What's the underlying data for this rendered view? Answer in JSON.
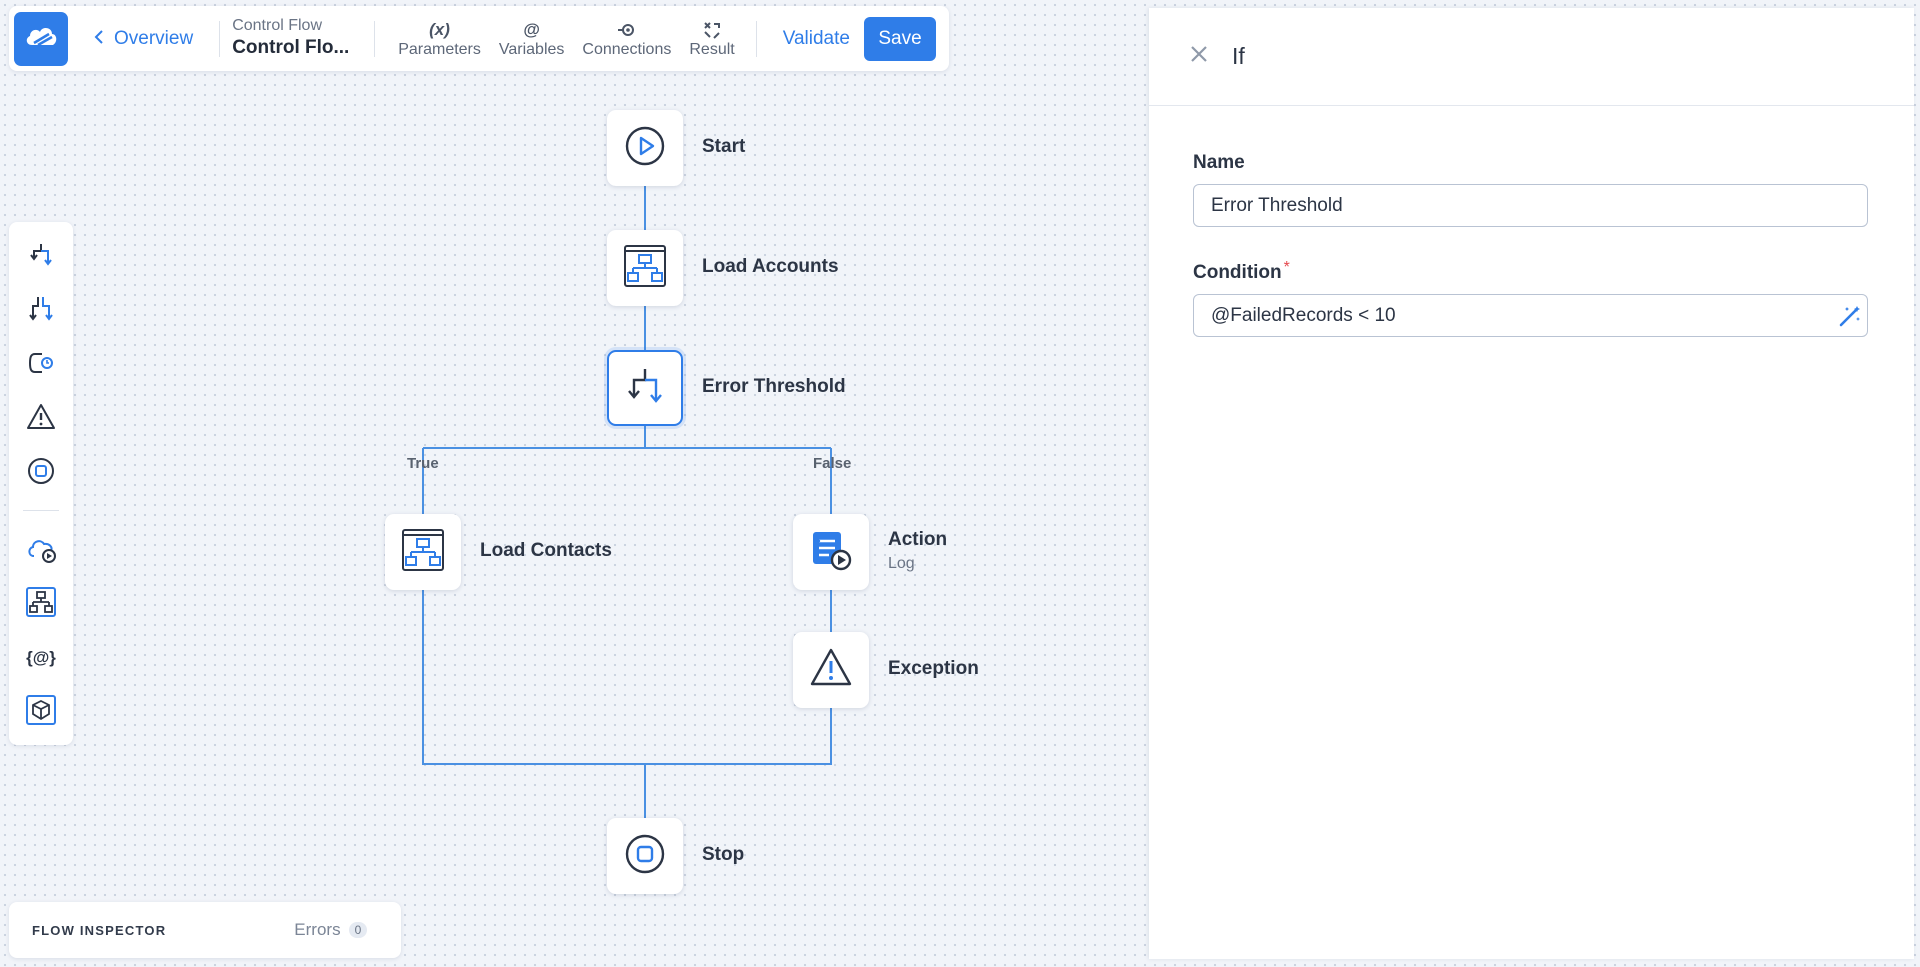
{
  "toolbar": {
    "back_label": "Overview",
    "breadcrumb_sub": "Control Flow",
    "breadcrumb_title": "Control Flo...",
    "tools": [
      {
        "label": "Parameters",
        "icon": "(x)"
      },
      {
        "label": "Variables",
        "icon": "@"
      },
      {
        "label": "Connections",
        "icon": "connections-icon"
      },
      {
        "label": "Result",
        "icon": "result-icon"
      }
    ],
    "validate_label": "Validate",
    "save_label": "Save"
  },
  "palette": {
    "items": [
      "if-icon",
      "branch-icon",
      "loop-icon",
      "exception-icon",
      "stop-icon",
      "cloud-action-icon",
      "import-icon",
      "variable-icon",
      "package-icon"
    ],
    "variable_glyph": "{@}"
  },
  "flow": {
    "nodes": [
      {
        "label": "Start",
        "icon": "play-icon"
      },
      {
        "label": "Load Accounts",
        "icon": "hierarchy-icon"
      },
      {
        "label": "Error Threshold",
        "icon": "if-icon",
        "selected": true
      },
      {
        "label": "Load Contacts",
        "icon": "hierarchy-icon"
      },
      {
        "label": "Action",
        "sublabel": "Log",
        "icon": "log-icon"
      },
      {
        "label": "Exception",
        "icon": "warning-icon"
      },
      {
        "label": "Stop",
        "icon": "stop-icon"
      }
    ],
    "branches": {
      "true_label": "True",
      "false_label": "False"
    }
  },
  "inspector": {
    "label": "FLOW INSPECTOR",
    "errors_label": "Errors",
    "errors_count": "0"
  },
  "panel": {
    "title": "If",
    "name_label": "Name",
    "name_value": "Error Threshold",
    "condition_label": "Condition",
    "required_mark": "*",
    "condition_value": "@FailedRecords < 10"
  },
  "colors": {
    "accent": "#2f7de8",
    "text": "#2c3545",
    "edge": "#4a90e2"
  }
}
